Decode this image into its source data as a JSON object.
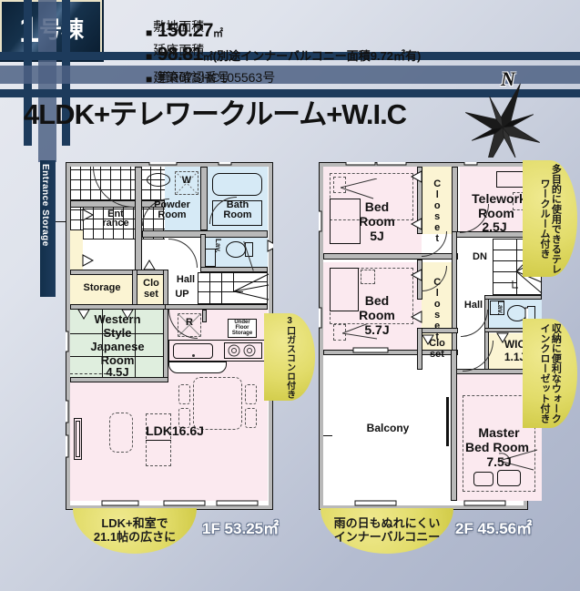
{
  "header": {
    "plate_number": "1",
    "plate_suffix": "号棟",
    "specs": [
      {
        "bullet": "■",
        "label": "敷地面積",
        "value": "150.27",
        "unit": "㎡",
        "tail": ""
      },
      {
        "bullet": "■",
        "label": "延床面積",
        "value": "98.81",
        "unit": "㎡",
        "tail": "(別途インナーバルコニー面積9.72㎡有)"
      },
      {
        "bullet": "■",
        "label": "建築確認番号",
        "value": "",
        "unit": "",
        "tail": "第R07SHC105563号"
      }
    ],
    "headline": "4LDK+テレワークルーム+W.I.C",
    "compass_label": "N",
    "compass_icon": "compass-rose-icon"
  },
  "entrance_storage_band": "Entrance Storage",
  "floor1": {
    "caption": "1F 53.25㎡",
    "rooms": [
      {
        "name": "Ent\nrance",
        "label": "Ent\nrance"
      },
      {
        "name": "powder-room",
        "label": "Powder\nRoom"
      },
      {
        "name": "bath-room",
        "label": "Bath\nRoom"
      },
      {
        "name": "lavatory",
        "label": "Lav."
      },
      {
        "name": "hall",
        "label": "Hall"
      },
      {
        "name": "up-stairs",
        "label": "UP"
      },
      {
        "name": "storage",
        "label": "Storage"
      },
      {
        "name": "closet",
        "label": "Clo\nset"
      },
      {
        "name": "japanese-room",
        "label": "Western\nStyle\nJapanese\nRoom\n4.5J"
      },
      {
        "name": "ldk",
        "label": "LDK16.6J"
      }
    ],
    "labels": {
      "entrance": "Ent",
      "entrance2": "rance",
      "powder1": "Powder",
      "powder2": "Room",
      "bath1": "Bath",
      "bath2": "Room",
      "lav": "Lav.",
      "hall": "Hall",
      "up": "UP",
      "storage": "Storage",
      "closet1": "Clo",
      "closet2": "set",
      "jp1": "Western",
      "jp2": "Style",
      "jp3": "Japanese",
      "jp4": "Room",
      "jp5": "4.5J",
      "ldk": "LDK16.6J",
      "washer": "W",
      "fridge": "R",
      "underfloor1": "Under",
      "underfloor2": "Floor",
      "underfloor3": "Storage"
    }
  },
  "floor2": {
    "caption": "2F 45.56㎡",
    "labels": {
      "bed1a": "Bed",
      "bed1b": "Room",
      "bed1c": "5J",
      "bed2a": "Bed",
      "bed2b": "Room",
      "bed2c": "5.7J",
      "closet1": "Closet",
      "closet2": "Closet",
      "closet3a": "Clo",
      "closet3b": "set",
      "telework1": "Telework",
      "telework2": "Room",
      "telework3": "2.5J",
      "dn": "DN",
      "hall": "Hall",
      "lav": "Lav.",
      "wic1": "WIC",
      "wic2": "1.1J",
      "balcony": "Balcony",
      "master1": "Master",
      "master2": "Bed Room",
      "master3": "7.5J"
    }
  },
  "callouts": [
    {
      "name": "gas-stove-callout",
      "text": "3口ガスコンロ付き",
      "vertical": true
    },
    {
      "name": "telework-callout",
      "text": "多目的に使用できるテレワークルーム付き",
      "vertical": true
    },
    {
      "name": "wic-callout",
      "text": "収納に便利なウォークインクローゼット付き",
      "vertical": true
    },
    {
      "name": "ldk-size-callout",
      "line1": "LDK+和室で",
      "line2": "21.1帖の広さに",
      "vertical": false
    },
    {
      "name": "inner-balcony-callout",
      "line1": "雨の日もぬれにくい",
      "line2": "インナーバルコニー",
      "vertical": false
    }
  ],
  "colors": {
    "pink": "#fbe9ef",
    "blue": "#d6eaf6",
    "yellow": "#fbf4d3",
    "green": "#dfeede",
    "wall": "#b9b9b9",
    "navy": "#1d3b5c",
    "bubble": "#e2dc6a"
  }
}
